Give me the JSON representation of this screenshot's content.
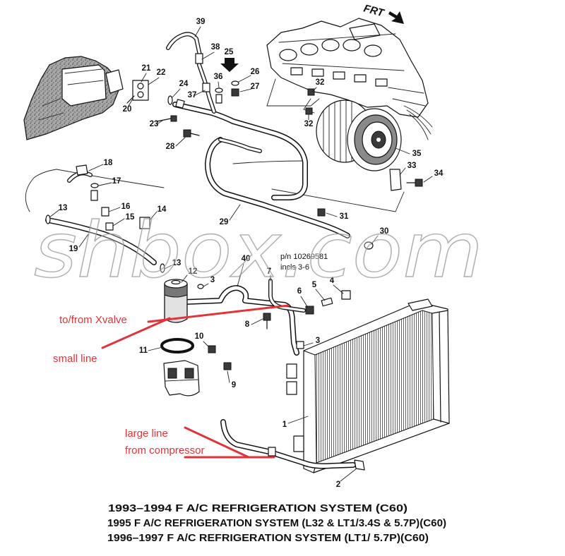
{
  "frt_label": "FRT",
  "callouts": [
    "39",
    "38",
    "25",
    "21",
    "22",
    "24",
    "36",
    "26",
    "27",
    "37",
    "20",
    "23",
    "28",
    "32",
    "32",
    "35",
    "33",
    "34",
    "18",
    "17",
    "16",
    "15",
    "14",
    "13",
    "19",
    "29",
    "31",
    "30",
    "40",
    "7",
    "13",
    "12",
    "3",
    "6",
    "5",
    "4",
    "8",
    "10",
    "11",
    "3",
    "9",
    "1",
    "2"
  ],
  "part_number": {
    "line1": "p/n 10269581",
    "line2": "incls 3-6"
  },
  "watermark": "shbox.com",
  "annotations": {
    "xvalve": "to/from Xvalve",
    "small_line": "small line",
    "large_line": "large line",
    "from_compressor": "from compressor",
    "color": "#e0343a"
  },
  "caption": [
    "1993–1994 F A/C REFRIGERATION SYSTEM (C60)",
    "1995 F A/C REFRIGERATION SYSTEM (L32 & LT1/3.4S & 5.7P)(C60)",
    "1996–1997 F A/C REFRIGERATION SYSTEM (LT1/ 5.7P)(C60)"
  ]
}
